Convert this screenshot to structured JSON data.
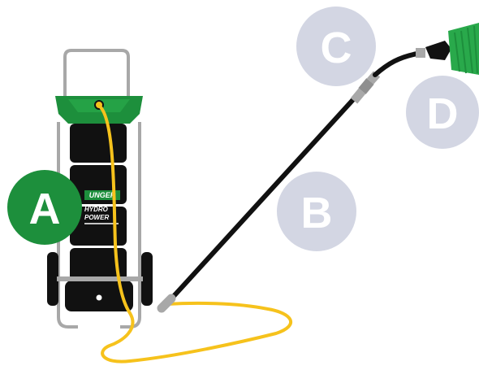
{
  "labels": {
    "a": "A",
    "b": "B",
    "c": "C",
    "d": "D"
  },
  "brand": {
    "logo_text": "UNGER",
    "product_line1": "HYDRO",
    "product_line2": "POWER"
  },
  "colors": {
    "unger_green": "#1d8f3c",
    "brush_green": "#29a94b",
    "label_circle": "#d3d6e3",
    "hose_yellow": "#f6c21c",
    "cart_frame": "#a8a8a8",
    "tank_black": "#111111"
  },
  "icons": [
    "water-filter-cart",
    "telescopic-pole",
    "gooseneck-adapter",
    "brush-head",
    "water-hose"
  ]
}
